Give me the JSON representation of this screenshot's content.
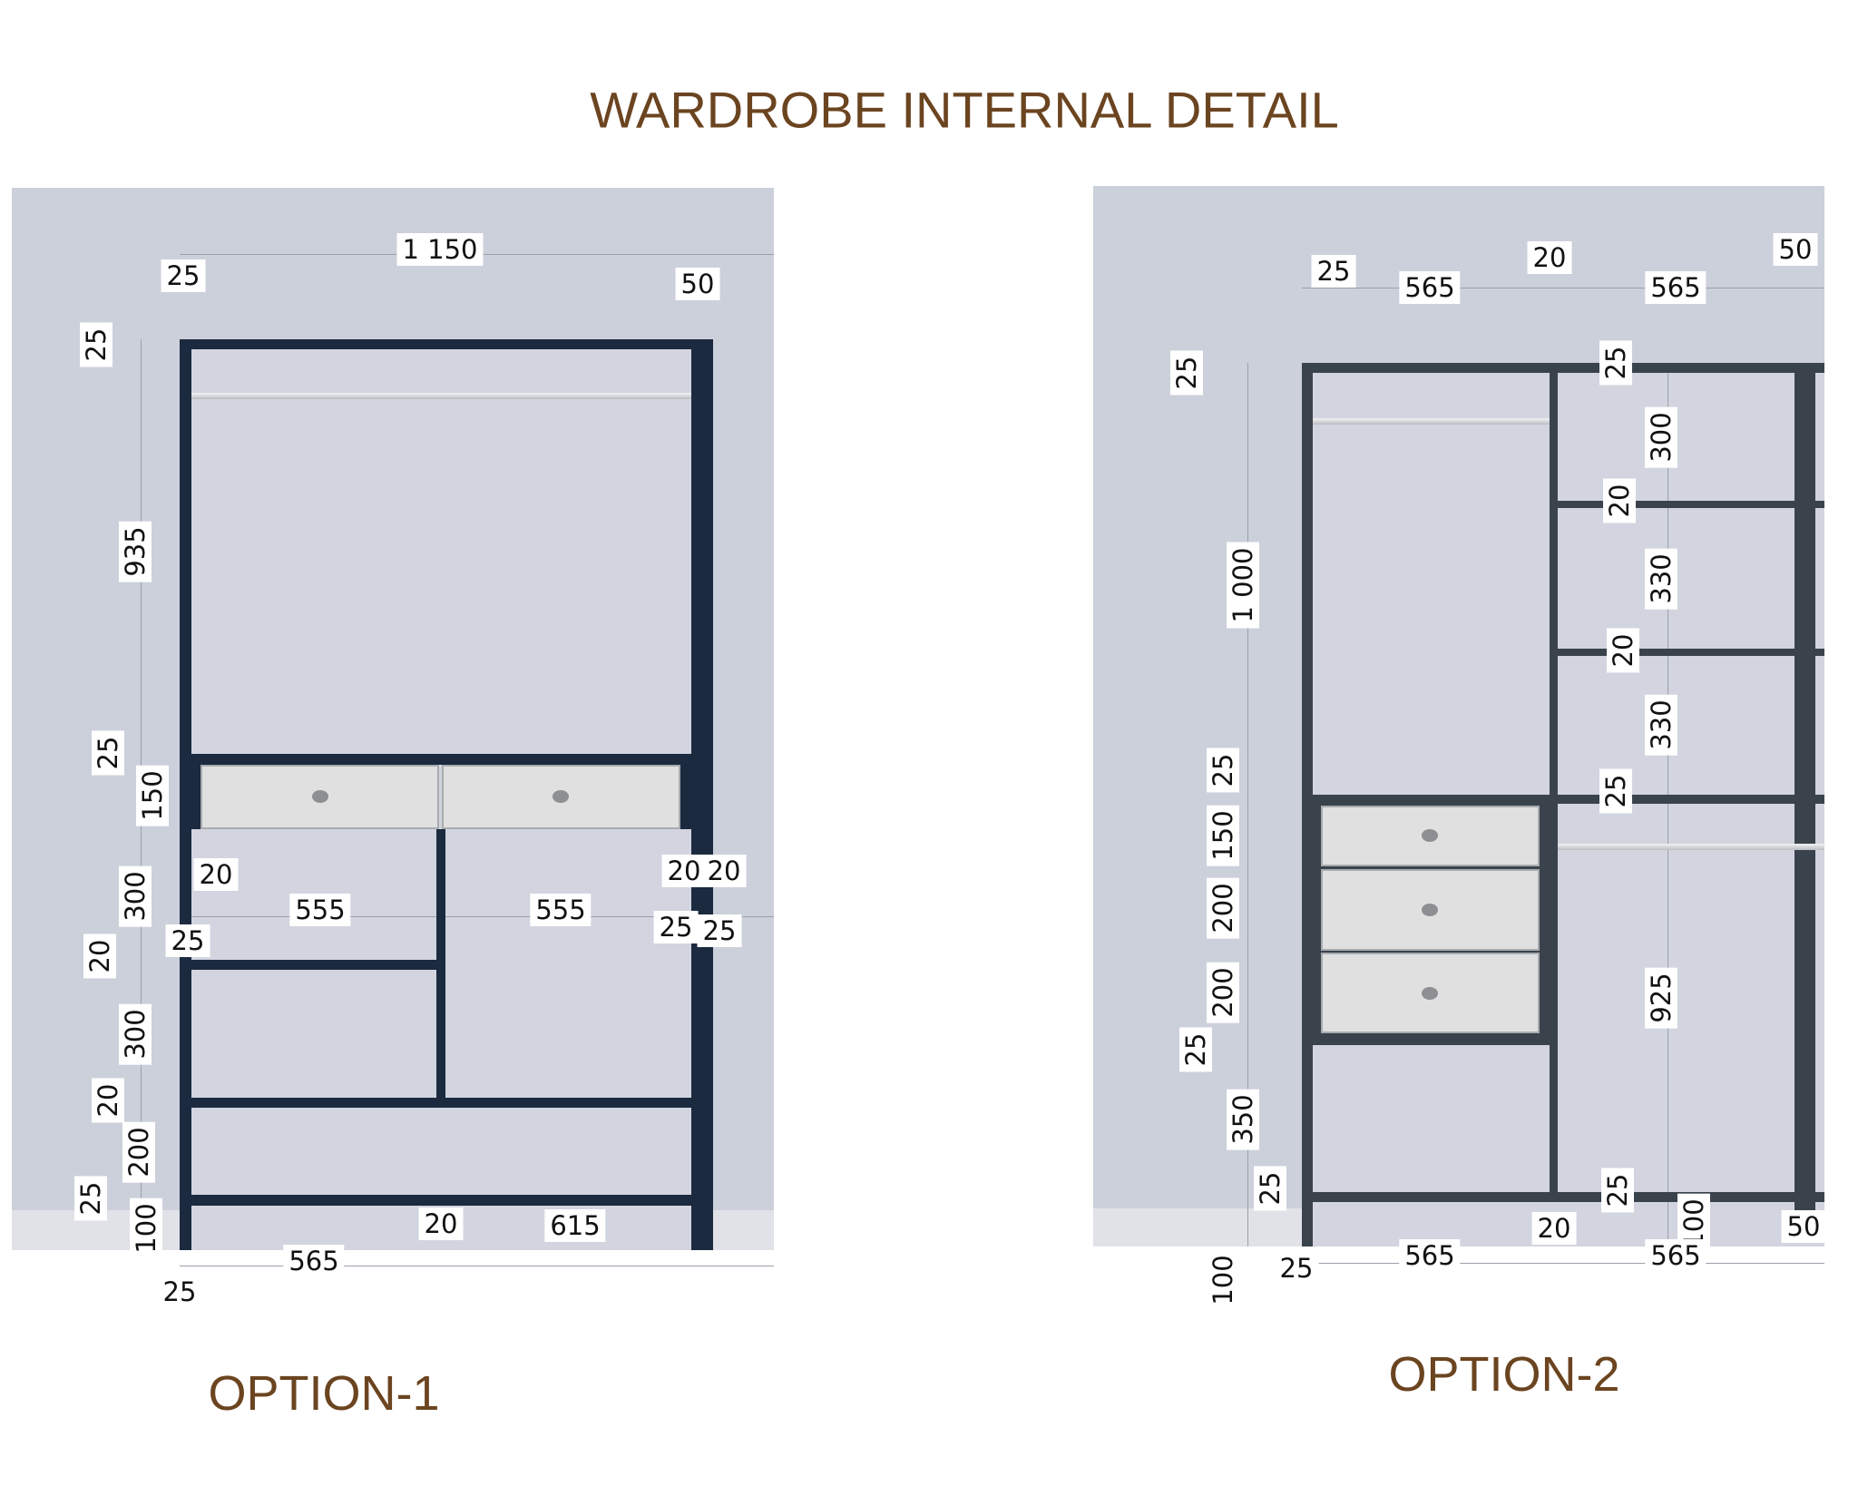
{
  "title": "WARDROBE INTERNAL DETAIL",
  "colors": {
    "title": "#6b4420",
    "frame_option1": "#1c2a40",
    "frame_option2": "#3a434c",
    "background": "#ccd0da",
    "drawer": "#e0e0e0"
  },
  "option1": {
    "caption": "OPTION-1",
    "dims": [
      "1 150",
      "25",
      "50",
      "25",
      "935",
      "25",
      "150",
      "20",
      "300",
      "555",
      "555",
      "20",
      "20",
      "25",
      "25",
      "25",
      "20",
      "300",
      "20",
      "200",
      "25",
      "100",
      "20",
      "615",
      "565",
      "25"
    ]
  },
  "option2": {
    "caption": "OPTION-2",
    "dims": [
      "25",
      "565",
      "20",
      "565",
      "50",
      "25",
      "25",
      "300",
      "20",
      "1 000",
      "330",
      "20",
      "330",
      "25",
      "25",
      "150",
      "200",
      "200",
      "925",
      "25",
      "350",
      "25",
      "25",
      "20",
      "100",
      "50",
      "100",
      "25",
      "565",
      "565"
    ]
  }
}
